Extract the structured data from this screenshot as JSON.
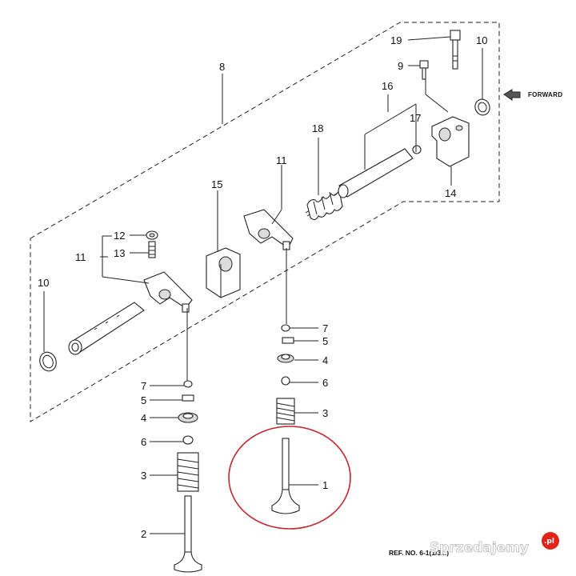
{
  "labels": {
    "p1": "1",
    "p2": "2",
    "p3a": "3",
    "p3b": "3",
    "p4a": "4",
    "p4b": "4",
    "p5a": "5",
    "p5b": "5",
    "p6a": "6",
    "p6b": "6",
    "p7a": "7",
    "p7b": "7",
    "p8": "8",
    "p9": "9",
    "p10a": "10",
    "p10b": "10",
    "p11a": "11",
    "p11b": "11",
    "p12": "12",
    "p13": "13",
    "p14": "14",
    "p15": "15",
    "p16": "16",
    "p17": "17",
    "p18": "18",
    "p19": "19"
  },
  "forward_label": "FORWARD",
  "ref_text": "REF. NO. 6-1(1/3...)",
  "watermark": {
    "text": "Sprzedajemy",
    "suffix": ".pl",
    "badge_color": "#e2231a"
  },
  "highlight_color": "#c0282e"
}
